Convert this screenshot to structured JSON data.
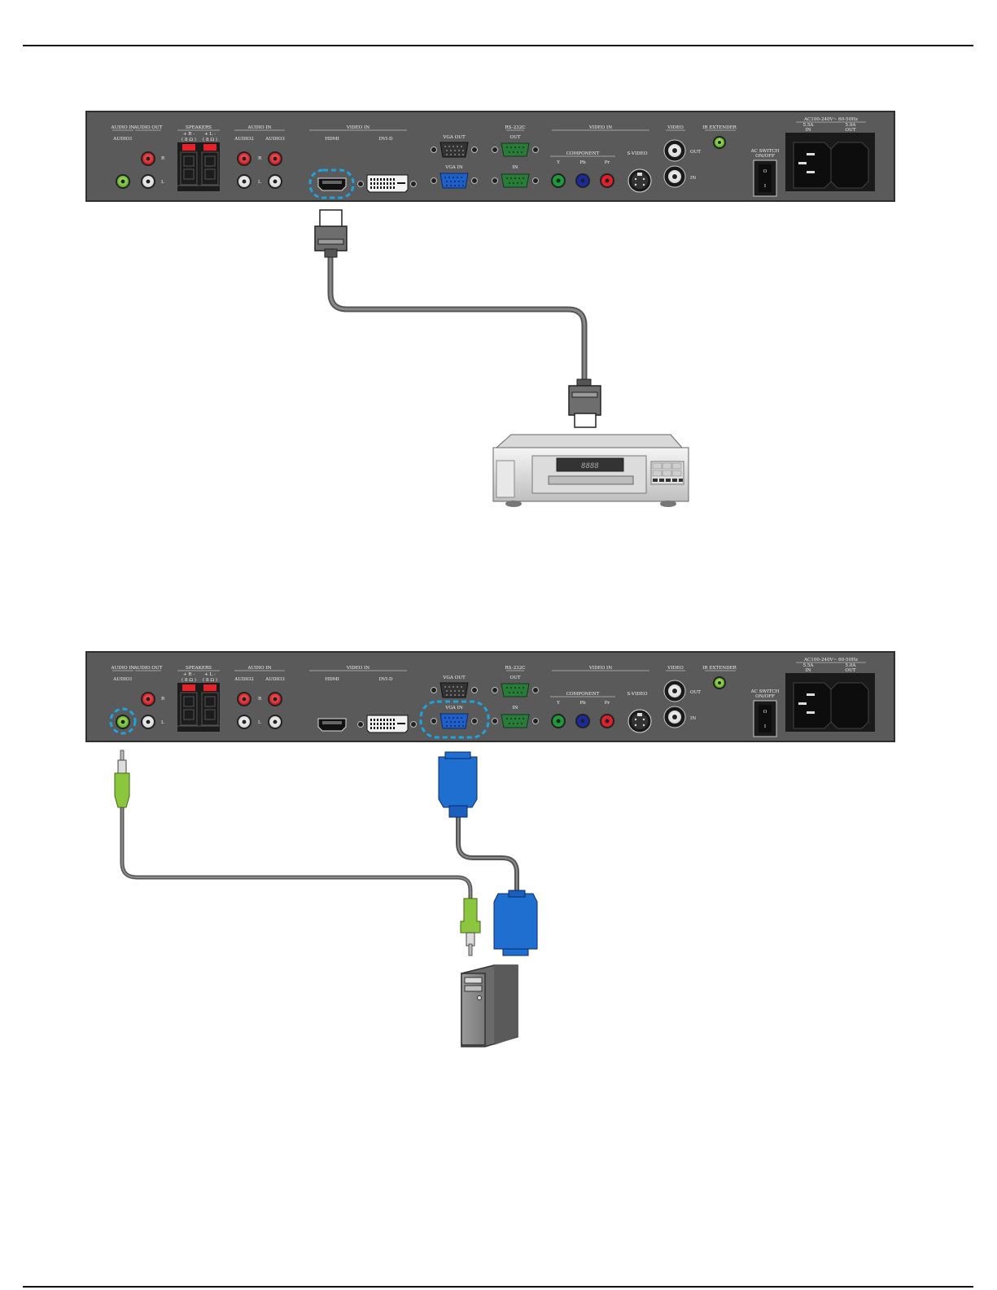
{
  "panel": {
    "audio_in": "AUDIO IN",
    "audio_out": "AUDIO OUT",
    "audio1": "AUDIO1",
    "speakers": "SPEAKERS",
    "spk_r_sign": "+ R -",
    "spk_l_sign": "+ L -",
    "spk_ohm": "( 8 Ω )",
    "audio_in2": "AUDIO IN",
    "audio2": "AUDIO2",
    "audio3": "AUDIO3",
    "video_in": "VIDEO IN",
    "hdmi": "HDMI",
    "dvi_d": "DVI-D",
    "vga_out": "VGA OUT",
    "vga_in": "VGA IN",
    "rs232c": "RS-232C",
    "rs_out": "OUT",
    "rs_in": "IN",
    "video_in2": "VIDEO IN",
    "component": "COMPONENT",
    "y": "Y",
    "pb": "Pb",
    "pr": "Pr",
    "s_video": "S-VIDEO",
    "video": "VIDEO",
    "video_out": "OUT",
    "video_in3": "IN",
    "ir_extender": "IR EXTENDER",
    "ac_switch": "AC SWITCH",
    "on_off": "ON/OFF",
    "ac_rating": "AC100-240V~ 60-50Hz",
    "ac_in_rating": "5.5A",
    "ac_in": "IN",
    "ac_out_rating": "5.0A",
    "ac_out": "OUT",
    "r": "R",
    "l": "L",
    "switch_o": "O",
    "switch_i": "I"
  },
  "dvd_display": "8888",
  "colors": {
    "panel": "#595959",
    "highlight": "#1ea3e0",
    "hdmi_cable": "#6e6e6e",
    "vga_connector": "#1e6fd0",
    "audio_jack": "#8cc63f",
    "audio_red": "#e0202a",
    "component_green": "#1e9a3a",
    "component_blue": "#1a2aa0"
  }
}
